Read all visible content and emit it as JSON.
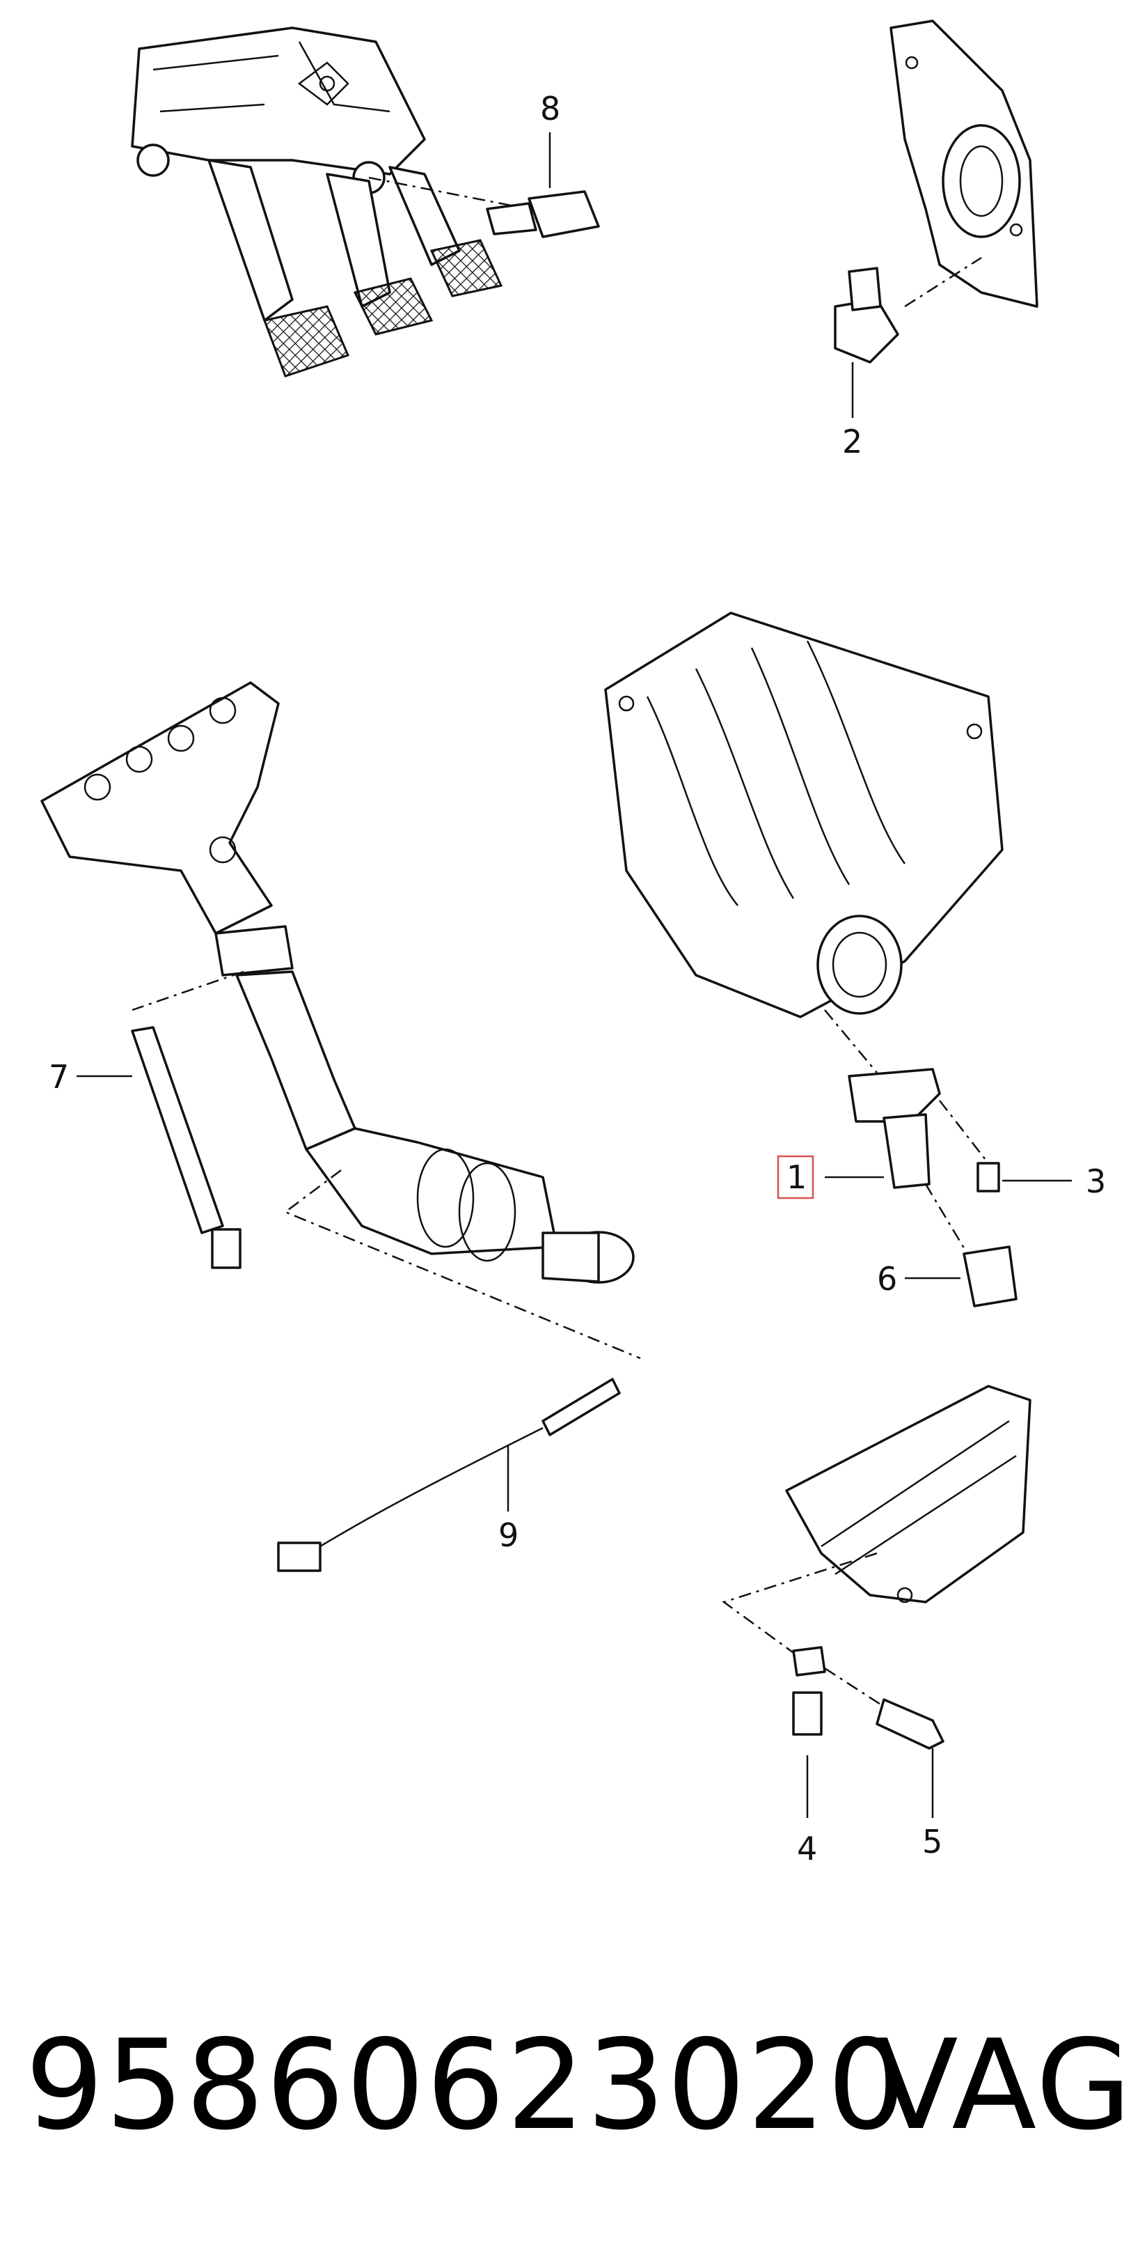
{
  "diagram": {
    "callouts": [
      {
        "id": "1",
        "label": "1",
        "highlighted": true
      },
      {
        "id": "2",
        "label": "2"
      },
      {
        "id": "3",
        "label": "3"
      },
      {
        "id": "4",
        "label": "4"
      },
      {
        "id": "5",
        "label": "5"
      },
      {
        "id": "6",
        "label": "6"
      },
      {
        "id": "7",
        "label": "7"
      },
      {
        "id": "8",
        "label": "8"
      },
      {
        "id": "9",
        "label": "9"
      }
    ],
    "highlight_color": "#d9534f"
  },
  "footer": {
    "part_number": "95860623020",
    "brand": "VAG"
  }
}
